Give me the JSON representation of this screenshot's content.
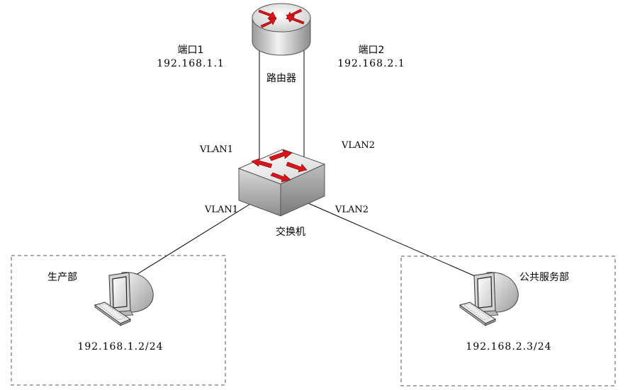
{
  "router": {
    "label": "路由器",
    "port1": {
      "label": "端口1",
      "ip": "192.168.1.1"
    },
    "port2": {
      "label": "端口2",
      "ip": "192.168.2.1"
    }
  },
  "switch": {
    "label": "交换机",
    "uplinks": {
      "left": "VLAN1",
      "right": "VLAN2"
    },
    "downlinks": {
      "left": "VLAN1",
      "right": "VLAN2"
    }
  },
  "departments": [
    {
      "name": "生产部",
      "ip": "192.168.1.2/24"
    },
    {
      "name": "公共服务部",
      "ip": "192.168.2.3/24"
    }
  ],
  "colors": {
    "arrow": "#d9141b",
    "line": "#000000",
    "dash": "#555555"
  }
}
